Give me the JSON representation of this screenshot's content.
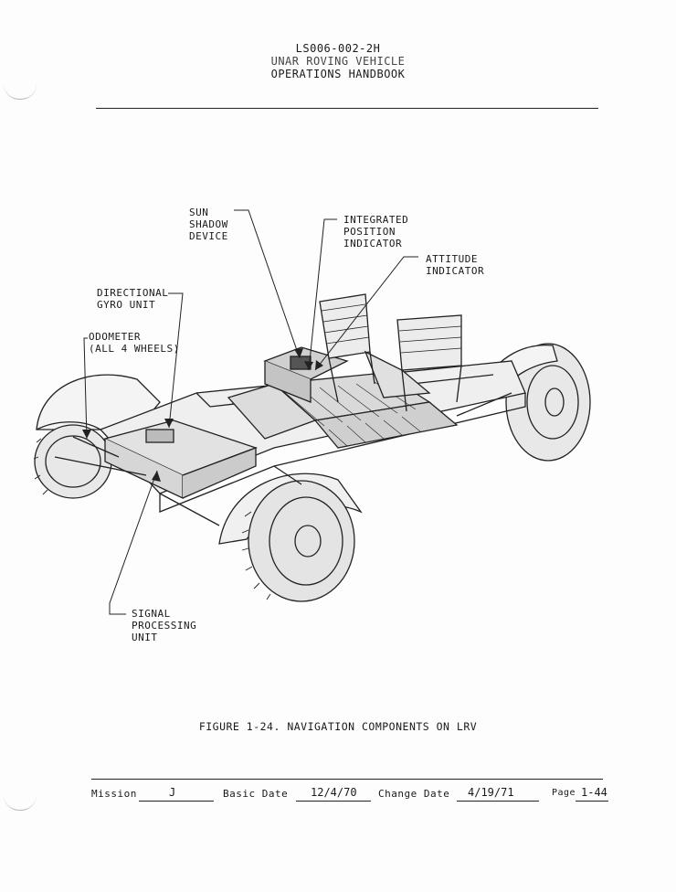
{
  "header": {
    "doc_number": "LS006-002-2H",
    "title_line1": "UNAR ROVING VEHICLE",
    "title_line2": "OPERATIONS HANDBOOK"
  },
  "labels": {
    "sun_shadow": "SUN\nSHADOW\nDEVICE",
    "integrated_position": "INTEGRATED\nPOSITION\nINDICATOR",
    "attitude": "ATTITUDE\nINDICATOR",
    "directional_gyro": "DIRECTIONAL\nGYRO UNIT",
    "odometer": "ODOMETER\n(ALL 4 WHEELS)",
    "signal_processing": "SIGNAL\nPROCESSING\nUNIT"
  },
  "caption": "FIGURE 1-24.  NAVIGATION COMPONENTS ON LRV",
  "footer": {
    "mission_label": "Mission",
    "mission_value": "J",
    "basic_date_label": "Basic Date",
    "basic_date_value": "12/4/70",
    "change_date_label": "Change Date",
    "change_date_value": "4/19/71",
    "page_label": "Page",
    "page_value": "1-44"
  }
}
